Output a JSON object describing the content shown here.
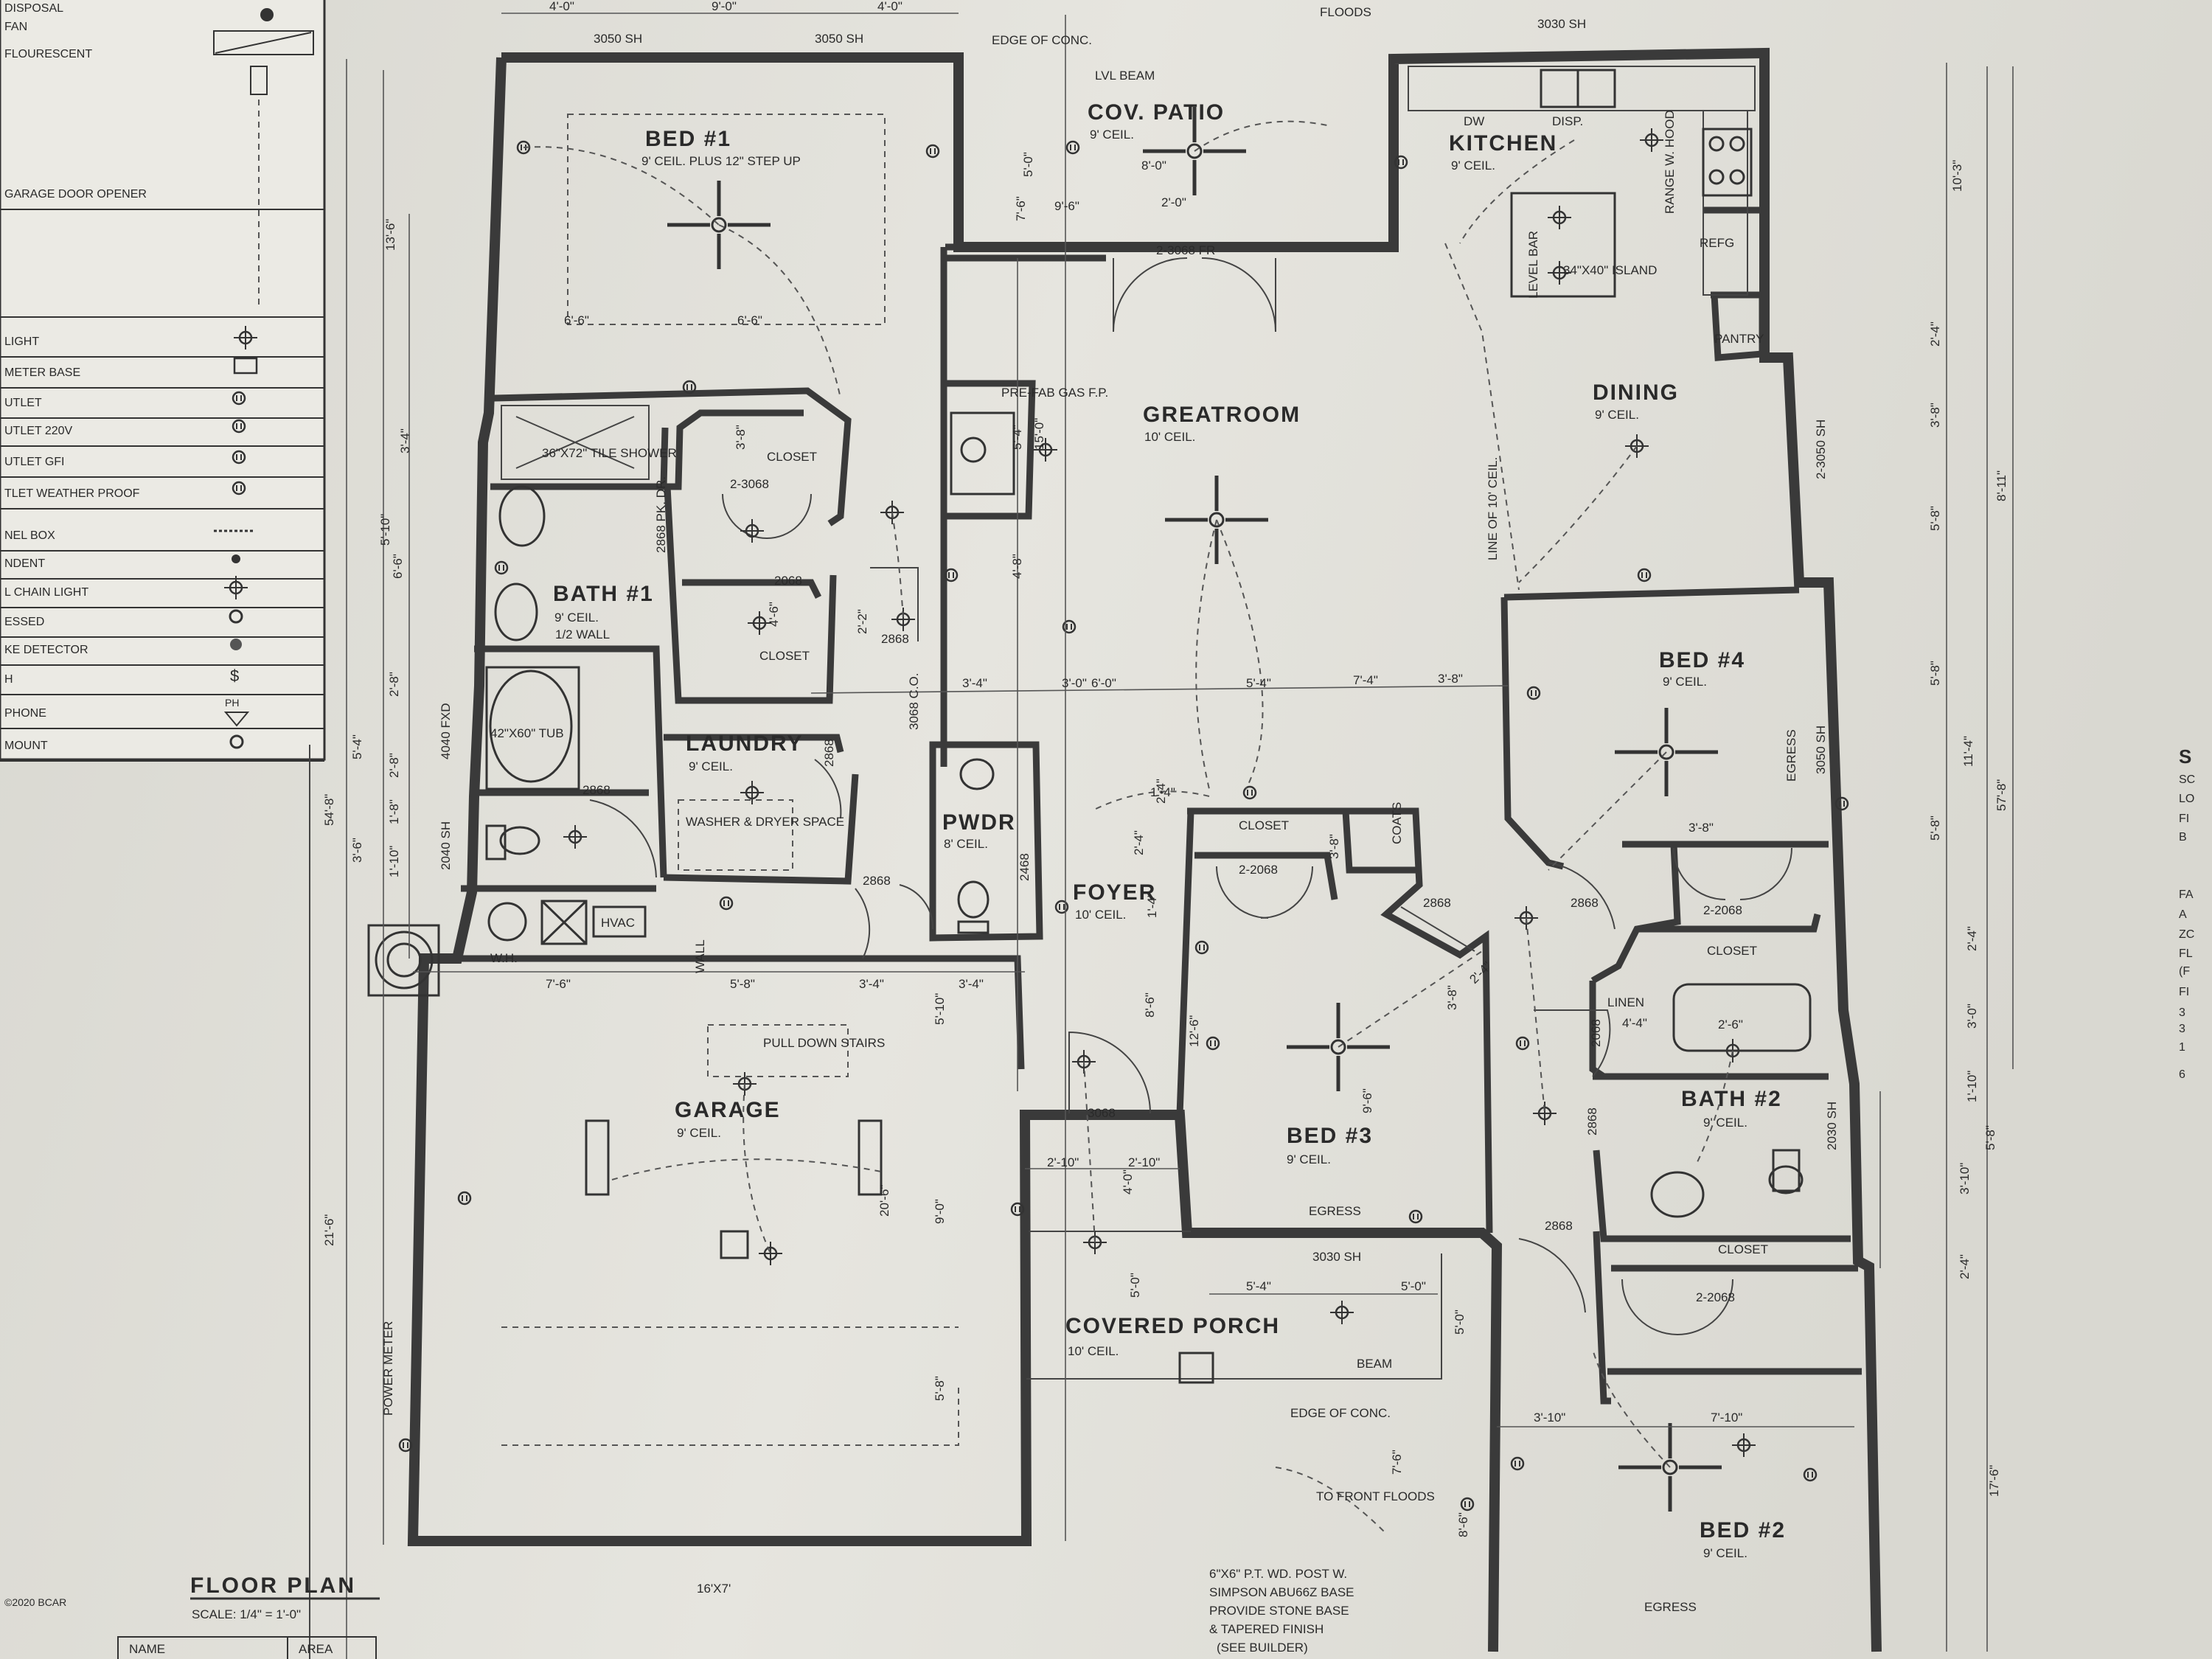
{
  "legend": {
    "items": [
      {
        "label": "DISPOSAL"
      },
      {
        "label": "FAN"
      },
      {
        "label": "FLOURESCENT"
      },
      {
        "label": "GARAGE DOOR OPENER"
      },
      {
        "label": "LIGHT"
      },
      {
        "label": "METER BASE"
      },
      {
        "label": "UTLET"
      },
      {
        "label": "UTLET 220V"
      },
      {
        "label": "UTLET GFI"
      },
      {
        "label": "TLET WEATHER PROOF"
      },
      {
        "label": "NEL BOX"
      },
      {
        "label": "NDENT"
      },
      {
        "label": "L CHAIN LIGHT"
      },
      {
        "label": "ESSED"
      },
      {
        "label": "KE DETECTOR"
      },
      {
        "label": "H"
      },
      {
        "label": "PHONE"
      },
      {
        "label": "MOUNT"
      }
    ]
  },
  "rooms": [
    {
      "name": "BED #1",
      "ceil": "9' CEIL. PLUS 12\" STEP UP"
    },
    {
      "name": "COV. PATIO",
      "ceil": "9' CEIL."
    },
    {
      "name": "KITCHEN",
      "ceil": "9' CEIL."
    },
    {
      "name": "GREATROOM",
      "ceil": "10' CEIL."
    },
    {
      "name": "DINING",
      "ceil": "9' CEIL."
    },
    {
      "name": "BATH #1",
      "ceil": "9' CEIL."
    },
    {
      "name": "LAUNDRY",
      "ceil": "9' CEIL."
    },
    {
      "name": "PWDR",
      "ceil": "8' CEIL."
    },
    {
      "name": "FOYER",
      "ceil": "10' CEIL."
    },
    {
      "name": "BED #4",
      "ceil": "9' CEIL."
    },
    {
      "name": "BED #3",
      "ceil": "9' CEIL."
    },
    {
      "name": "BATH #2",
      "ceil": "9' CEIL."
    },
    {
      "name": "GARAGE",
      "ceil": "9' CEIL."
    },
    {
      "name": "COVERED PORCH",
      "ceil": "10' CEIL."
    },
    {
      "name": "BED #2",
      "ceil": "9' CEIL."
    }
  ],
  "notes": {
    "edge_conc_top": "EDGE OF CONC.",
    "lvl_beam": "LVL BEAM",
    "floods_top": "FLOODS",
    "dw": "DW",
    "disp": "DISP.",
    "range_hood": "RANGE W. HOOD",
    "refg": "REFG",
    "pantry": "PANTRY",
    "level_bar": "LEVEL BAR",
    "island": "34\"X40\" ISLAND",
    "pre_fab": "PRE-FAB GAS F.P.",
    "line_ceil": "LINE OF 10' CEIL.",
    "closet": "CLOSET",
    "coats": "COATS",
    "linen": "LINEN",
    "egress": "EGRESS",
    "tile_shower": "36\"X72\" TILE SHOWER",
    "wall_half": "1/2 WALL",
    "tub": "42\"X60\" TUB",
    "washer": "WASHER & DRYER SPACE",
    "wh": "W.H.",
    "hvac": "HVAC",
    "wall": "WALL",
    "pull_down": "PULL DOWN STAIRS",
    "beam": "BEAM",
    "edge_conc_bottom": "EDGE OF CONC.",
    "to_front": "TO FRONT FLOODS",
    "power_meter": "POWER METER",
    "post_note": [
      "6\"X6\" P.T. WD. POST W.",
      "SIMPSON ABU66Z BASE",
      "PROVIDE STONE BASE",
      "& TAPERED FINISH",
      "(SEE BUILDER)"
    ],
    "floor_plan": "FLOOR PLAN",
    "scale": "SCALE: 1/4\" = 1'-0\"",
    "watermark": "©2020 BCAR",
    "name_col": "NAME",
    "area_col": "AREA"
  },
  "windows": {
    "w3030_top_left": "3050 SH",
    "w3050_top_mid": "3050 SH",
    "w3030_top_right": "3030 SH",
    "w2_3068": "2-3068 FR",
    "w2_3050": "2-3050 SH",
    "w3050_bed4": "3050 SH",
    "w2040": "2040 SH",
    "w4040": "4040 FXD",
    "w3030_bed3": "3030 SH",
    "w2030_bath2": "2030 SH",
    "d2868_a": "2868 PK. DR.",
    "d2_3068_a": "2-3068",
    "d2068_a": "2068",
    "d2868_b": "2868",
    "d3068_co": "3068 C.O.",
    "d2868_c": "2868",
    "d2468": "2468",
    "d2_2068_a": "2-2068",
    "d2868_d": "2868",
    "d2_2068_b": "2-2068",
    "d2868_e": "2868",
    "d2068_b": "2068",
    "d3068_front": "3068",
    "d2868_f": "2868",
    "d2868_g": "2868",
    "d2_2068_c": "2-2068",
    "door_16x7": "16'X7'"
  },
  "dims": {
    "top": [
      "4'-0\"",
      "9'-0\"",
      "4'-0\""
    ],
    "mid_row": [
      "3'-4\"",
      "3'-0\"",
      "6'-0\"",
      "5'-4\"",
      "7'-4\"",
      "3'-8\""
    ],
    "left_vert": [
      "13'-6\"",
      "3'-4\"",
      "5'-10\"",
      "6'-6\"",
      "2'-8\"",
      "5'-4\"",
      "2'-8\"",
      "1'-8\"",
      "3'-6\"",
      "1'-10\"",
      "54'-8\"",
      "21'-6\""
    ],
    "right_vert": [
      "10'-3\"",
      "2'-4\"",
      "3'-8\"",
      "8'-11\"",
      "5'-8\"",
      "5'-8\"",
      "11'-4\"",
      "5'-8\"",
      "57'-8\"",
      "2'-4\"",
      "3'-0\"",
      "1'-10\"",
      "3'-10\"",
      "5'-8\"",
      "2'-4\"",
      "17'-6\""
    ],
    "garage_row": [
      "7'-6\"",
      "5'-8\"",
      "3'-4\"",
      "3'-4\""
    ],
    "porch_row": [
      "5'-4\"",
      "5'-0\""
    ],
    "front_row": [
      "2'-10\"",
      "2'-10\""
    ],
    "bed2_row": [
      "3'-10\"",
      "7'-10\""
    ],
    "bed1_row": [
      "6'-6\"",
      "6'-6\""
    ],
    "misc": [
      "9'-6\"",
      "7'-6\"",
      "8'-0\"",
      "5'-0\"",
      "3'-8\"",
      "5'-4\"",
      "15'-0\"",
      "4'-8\"",
      "4'-6\"",
      "2'-2\"",
      "5'-10\"",
      "20'-6\"",
      "9'-0\"",
      "5'-8\"",
      "4'-0\"",
      "5'-0\"",
      "12'-6\"",
      "9'-6\"",
      "8'-6\"",
      "2'-4\"",
      "1'-4\"",
      "7'-6\"",
      "5'-0\"",
      "8'-6\"",
      "2'-4\"",
      "3'-8\"",
      "3'-8\"",
      "4'-4\"",
      "3'-8\"",
      "2'-0\"",
      "1'-4\"",
      "2'-4\"",
      "2'-6\""
    ]
  },
  "right_edge_text": [
    "S",
    "SC",
    "LO",
    "FI",
    "B",
    "FA",
    "A",
    "ZC",
    "FL",
    "(F",
    "FI",
    "3",
    "3",
    "1",
    "6"
  ]
}
